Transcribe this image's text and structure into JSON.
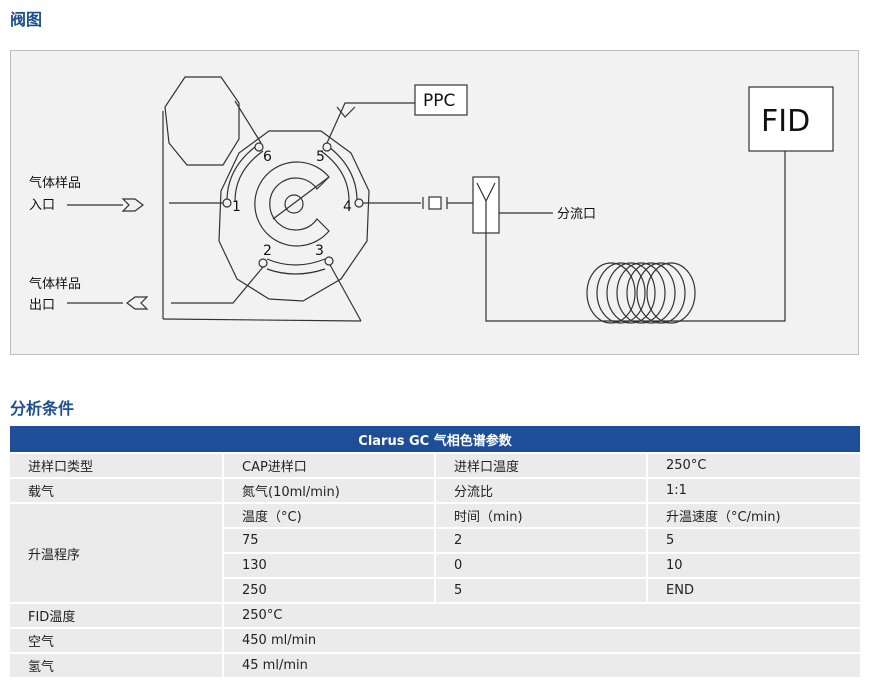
{
  "sections": {
    "valve_title": "阀图",
    "conditions_title": "分析条件"
  },
  "diagram": {
    "ppc_label": "PPC",
    "fid_label": "FID",
    "inlet_label_line1": "气体样品",
    "inlet_label_line2": "入口",
    "outlet_label_line1": "气体样品",
    "outlet_label_line2": "出口",
    "split_label": "分流口",
    "ports": [
      "1",
      "2",
      "3",
      "4",
      "5",
      "6"
    ]
  },
  "table": {
    "header": "Clarus GC 气相色谱参数",
    "rows": {
      "inlet": {
        "label": "进样口类型",
        "value": "CAP进样口",
        "label2": "进样口温度",
        "value2": "250°C"
      },
      "carrier": {
        "label": "载气",
        "value": "氮气(10ml/min)",
        "label2": "分流比",
        "value2": "1:1"
      },
      "program": {
        "label": "升温程序",
        "headers": [
          "温度（°C)",
          "时间（min)",
          "升温速度（°C/min)"
        ],
        "steps": [
          [
            "75",
            "2",
            "5"
          ],
          [
            "130",
            "0",
            "10"
          ],
          [
            "250",
            "5",
            "END"
          ]
        ]
      },
      "fid_temp": {
        "label": "FID温度",
        "value": "250°C"
      },
      "air": {
        "label": "空气",
        "value": "450 ml/min"
      },
      "hydrogen": {
        "label": "氢气",
        "value": "45 ml/min"
      }
    }
  }
}
